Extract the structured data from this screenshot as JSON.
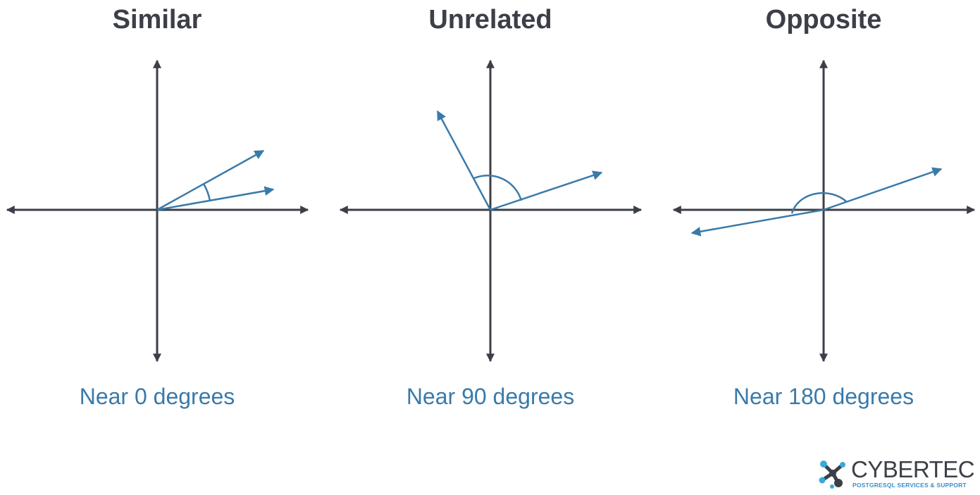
{
  "panels": [
    {
      "title": "Similar",
      "caption": "Near 0 degrees"
    },
    {
      "title": "Unrelated",
      "caption": "Near 90 degrees"
    },
    {
      "title": "Opposite",
      "caption": "Near 180 degrees"
    }
  ],
  "brand": {
    "name": "CYBERTEC",
    "tagline": "POSTGRESQL SERVICES & SUPPORT"
  },
  "colors": {
    "axis": "#3c3f47",
    "vector": "#3a7aaa",
    "caption": "#3a7aaa",
    "logo_blue": "#3aa8dc"
  }
}
